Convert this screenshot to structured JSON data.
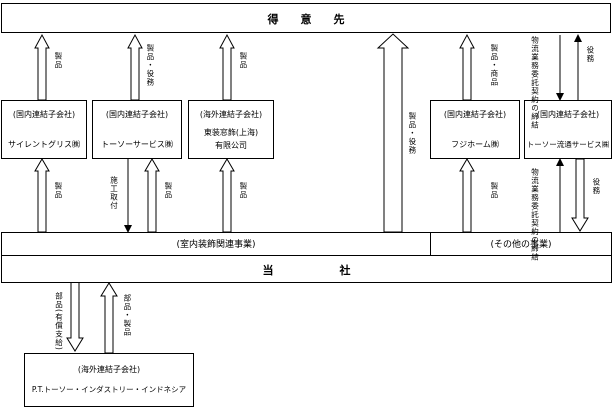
{
  "customer": "得　　意　　先",
  "company": "当　　　　　　社",
  "segments": {
    "interior": "(室内装飾関連事業)",
    "other": "(その他の事業)"
  },
  "subsidiaries": [
    {
      "type": "(国内連結子会社)",
      "name": "サイレントグリス㈱"
    },
    {
      "type": "(国内連結子会社)",
      "name": "トーソーサービス㈱"
    },
    {
      "type": "(海外連結子会社)",
      "name": "東装窓飾(上海)",
      "name2": "有限公司"
    },
    {
      "type": "(国内連結子会社)",
      "name": "フジホーム㈱"
    },
    {
      "type": "(国内連結子会社)",
      "name": "トーソー流通サービス㈱"
    }
  ],
  "overseas": {
    "type": "(海外連結子会社)",
    "name": "P.T.トーソー・インダストリー・インドネシア"
  },
  "labels": {
    "a1_top": "製品",
    "a2_top": "製品・役務",
    "a3_top": "製品",
    "a_direct": "製品・役務",
    "a4_top": "製品・商品",
    "a5_top_down": "物流業務委託契約の締結",
    "a5_top_up": "役務",
    "a1_bot": "製品",
    "a2_bot_down": "施工取付",
    "a2_bot_up": "製品",
    "a3_bot": "製品",
    "a4_bot": "製品",
    "a5_bot_up": "物流業務委託契約の締結",
    "a5_bot_down": "役務",
    "ov_down": "部品(有償支給)",
    "ov_up": "部品・製品"
  }
}
